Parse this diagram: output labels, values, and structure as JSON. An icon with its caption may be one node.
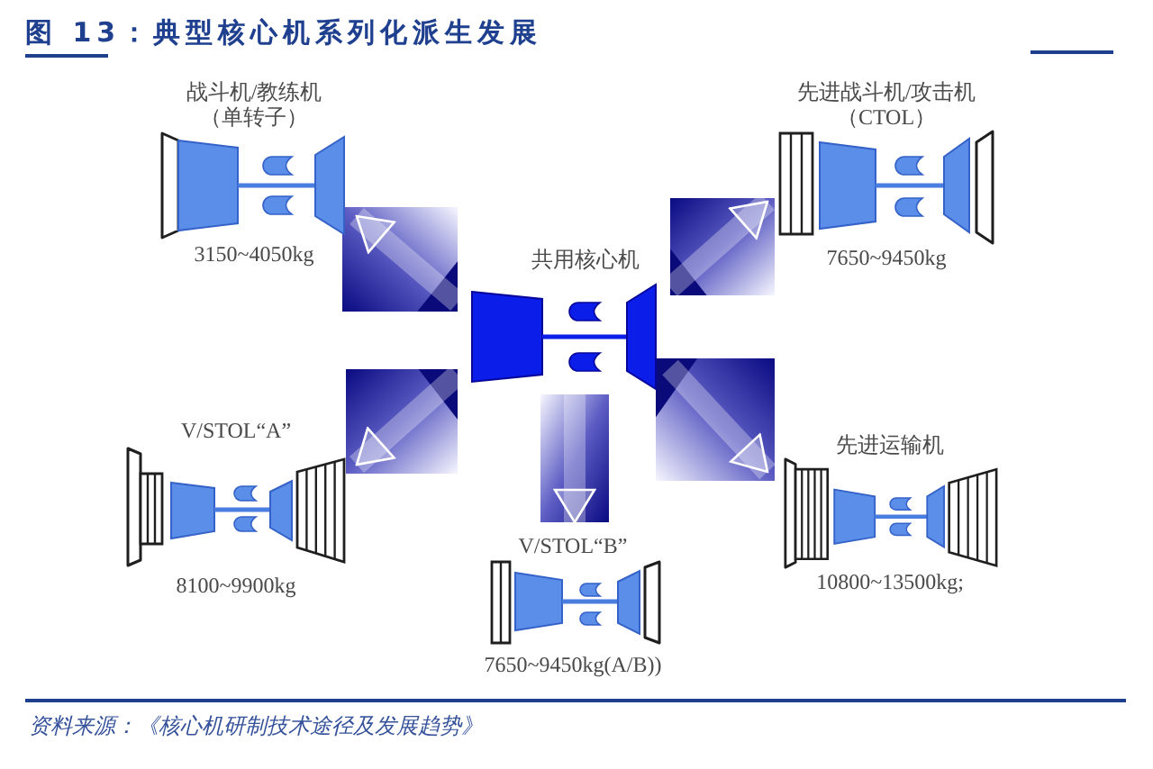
{
  "diagram": {
    "title": "图 13：典型核心机系列化派生发展",
    "caption": "资料来源：《核心机研制技术途径及发展趋势》",
    "nodes": [
      {
        "text": [
          "共用核心机"
        ]
      },
      {
        "text": [
          "战斗机/教练机",
          "（单转子）"
        ],
        "beside": [
          "3150~4050kg"
        ]
      },
      {
        "text": [
          "先进战斗机/攻击机",
          "（CTOL）"
        ],
        "beside": [
          "7650~9450kg"
        ]
      },
      {
        "text": [
          "V/STOL“A”"
        ],
        "beside": [
          "8100~9900kg"
        ]
      },
      {
        "text": [
          "V/STOL“B”"
        ],
        "beside": [
          "7650~9450kg(A/B))"
        ]
      },
      {
        "text": [
          "先进运输机"
        ],
        "beside": [
          "10800~13500kg;"
        ]
      }
    ],
    "edges": [
      {
        "from": 0,
        "to": 1,
        "arrow": "to"
      },
      {
        "from": 0,
        "to": 2,
        "arrow": "to"
      },
      {
        "from": 0,
        "to": 3,
        "arrow": "to"
      },
      {
        "from": 0,
        "to": 4,
        "arrow": "to"
      },
      {
        "from": 0,
        "to": 5,
        "arrow": "to"
      }
    ]
  }
}
